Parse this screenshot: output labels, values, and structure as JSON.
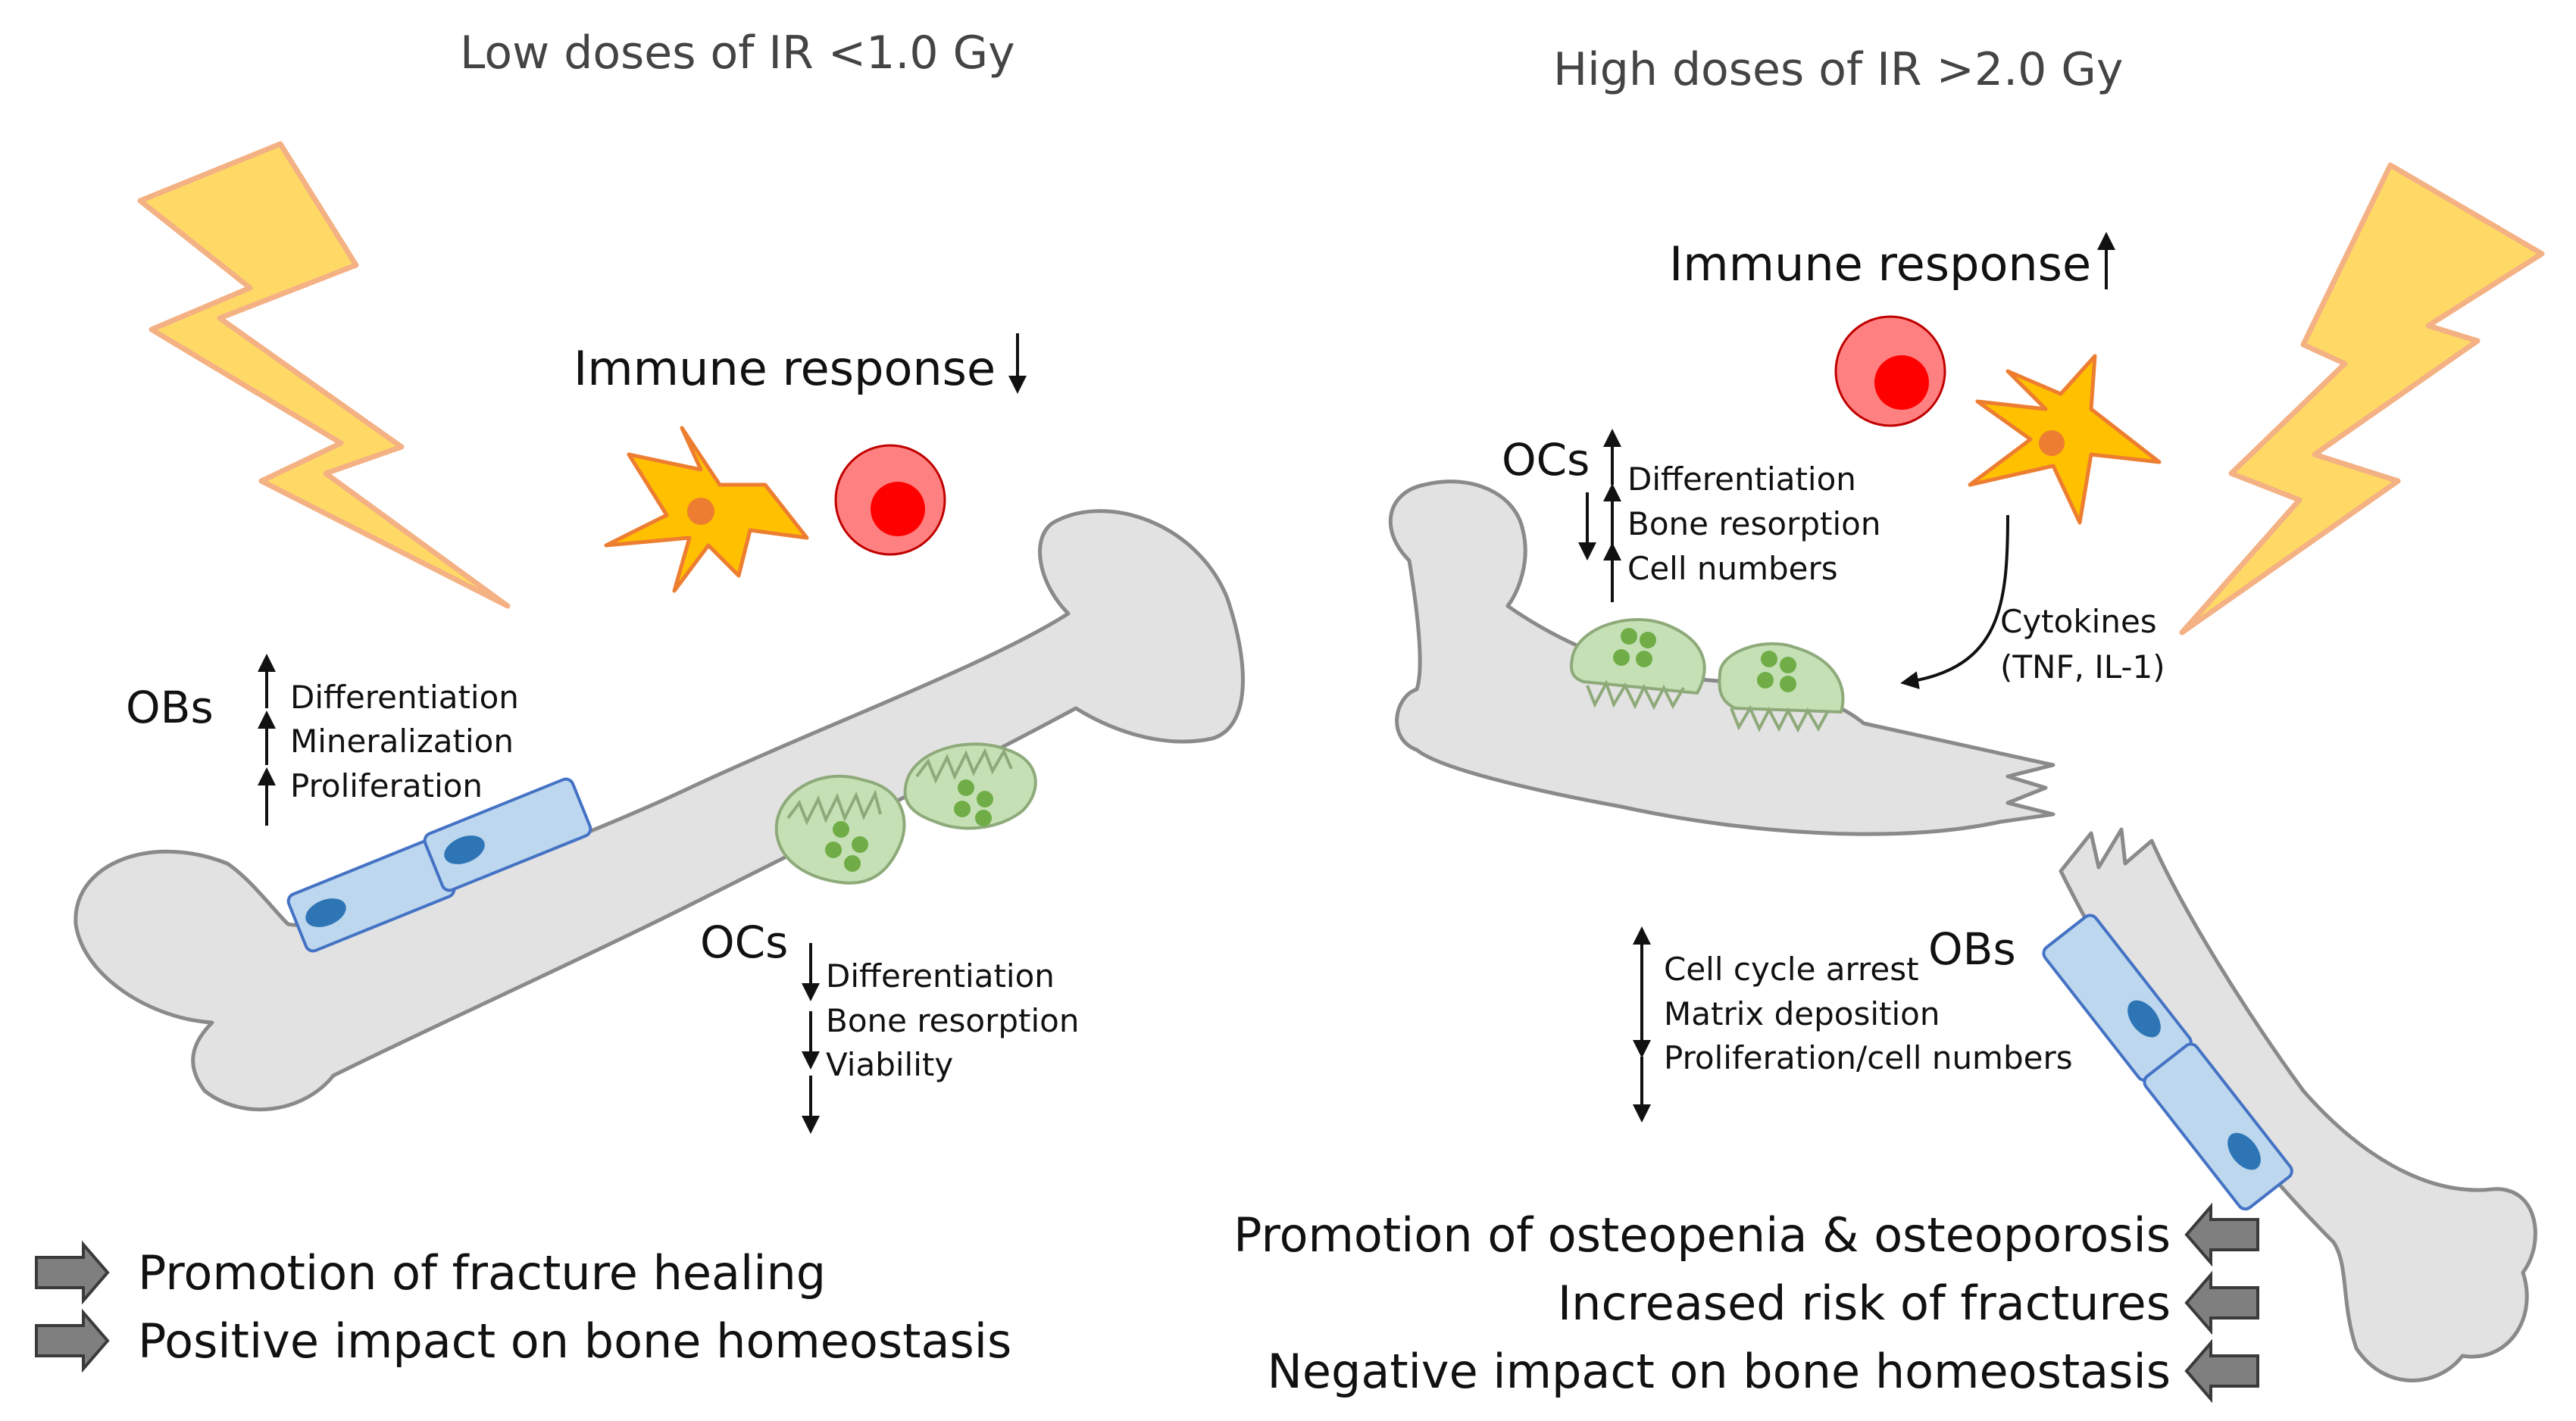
{
  "left_panel": {
    "heading": "Low doses of IR <1.0 Gy",
    "immune_label": "Immune response",
    "immune_direction": "down",
    "obs_label": "OBs",
    "obs_effects": [
      {
        "text": "Differentiation",
        "direction": "up"
      },
      {
        "text": "Mineralization",
        "direction": "up"
      },
      {
        "text": "Proliferation",
        "direction": "up"
      }
    ],
    "ocs_label": "OCs",
    "ocs_effects": [
      {
        "text": "Differentiation",
        "direction": "down"
      },
      {
        "text": "Bone resorption",
        "direction": "down"
      },
      {
        "text": "Viability",
        "direction": "down"
      }
    ],
    "outcomes": [
      "Promotion of fracture healing",
      "Positive impact on bone homeostasis"
    ]
  },
  "right_panel": {
    "heading": "High doses of IR >2.0 Gy",
    "immune_label": "Immune response",
    "immune_direction": "up",
    "ocs_label": "OCs",
    "ocs_effects": [
      {
        "text": "Differentiation",
        "direction": "up"
      },
      {
        "text": "Bone resorption",
        "direction": "up/down"
      },
      {
        "text": "Cell numbers",
        "direction": "up"
      }
    ],
    "cytokines_line1": "Cytokines",
    "cytokines_line2": "(TNF, IL-1)",
    "obs_label": "OBs",
    "obs_effects": [
      {
        "text": "Cell cycle arrest",
        "direction": "up"
      },
      {
        "text": "Matrix deposition",
        "direction": "down"
      },
      {
        "text": "Proliferation/cell numbers",
        "direction": "down"
      }
    ],
    "outcomes": [
      "Promotion of osteopenia & osteoporosis",
      "Increased risk of fractures",
      "Negative impact on bone homeostasis"
    ]
  },
  "colors": {
    "bone_fill": "#e2e2e2",
    "bone_stroke": "#8a8a8a",
    "lightning_fill": "#ffd966",
    "lightning_stroke": "#f4b183",
    "dendritic_fill": "#ffc000",
    "dendritic_stroke": "#ed7d31",
    "red_cell_outer": "#ff8080",
    "red_cell_inner": "#ff0000",
    "osteoclast_fill": "#c5e0b4",
    "osteoclast_dots": "#70ad47",
    "osteoblast_fill": "#bdd7ee",
    "osteoblast_nucleus": "#2e75b6",
    "outcome_arrow": "#7f7f7f"
  }
}
